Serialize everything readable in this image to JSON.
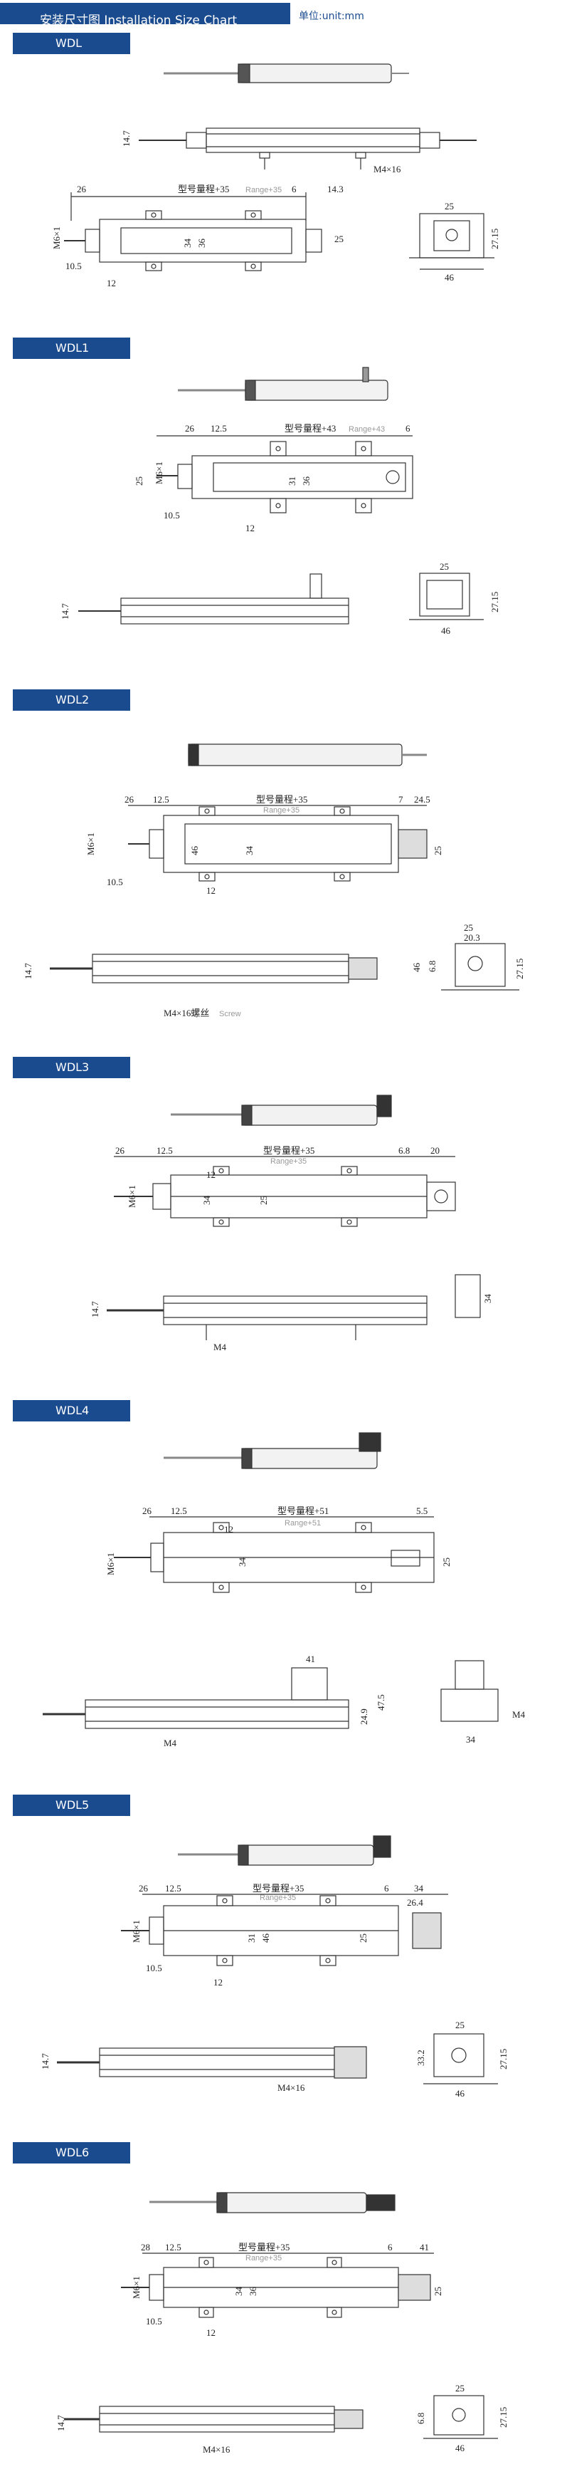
{
  "header": {
    "title": "安装尺寸图 Installation Size Chart",
    "unit": "单位:unit:mm"
  },
  "sections": [
    {
      "label": "WDL",
      "dims": {
        "a": "26",
        "b": "型号量程+35",
        "b2": "Range+35",
        "c": "6",
        "d": "14.3",
        "e": "34",
        "f": "36",
        "g": "25",
        "h": "12",
        "i": "10.5",
        "j": "M6×1",
        "k": "14.7",
        "l": "M4×16",
        "m": "46",
        "n": "27.15",
        "o": "25"
      }
    },
    {
      "label": "WDL1",
      "dims": {
        "a": "26",
        "a2": "12.5",
        "b": "型号量程+43",
        "b2": "Range+43",
        "c": "6",
        "e": "31",
        "f": "36",
        "g": "25",
        "h": "12",
        "i": "10.5",
        "j": "M6×1",
        "k": "14.7",
        "m": "46",
        "n": "27.15",
        "o": "25"
      }
    },
    {
      "label": "WDL2",
      "dims": {
        "a": "26",
        "a2": "12.5",
        "b": "型号量程+35",
        "b2": "Range+35",
        "c": "7",
        "d": "24.5",
        "e": "34",
        "f": "46",
        "g": "25",
        "h": "12",
        "i": "10.5",
        "j": "M6×1",
        "k": "14.7",
        "l": "M4×16螺丝",
        "l2": "Screw",
        "m": "46",
        "n": "27.15",
        "o": "6.8",
        "p": "20.3",
        "q": "25"
      }
    },
    {
      "label": "WDL3",
      "dims": {
        "a": "26",
        "a2": "12.5",
        "b": "型号量程+35",
        "b2": "Range+35",
        "c": "6.8",
        "d": "20",
        "e": "34",
        "f": "25",
        "i": "M6×1",
        "k": "14.7",
        "l": "M4",
        "h": "12",
        "r": "34"
      }
    },
    {
      "label": "WDL4",
      "dims": {
        "a": "26",
        "a2": "12.5",
        "b": "型号量程+51",
        "b2": "Range+51",
        "c": "5.5",
        "e": "34",
        "g": "25",
        "h": "12",
        "j": "M6×1",
        "s": "41",
        "t": "47.5",
        "u": "24.9",
        "l": "M4",
        "w": "34",
        "x": "M4"
      }
    },
    {
      "label": "WDL5",
      "dims": {
        "a": "26",
        "a2": "12.5",
        "b": "型号量程+35",
        "b2": "Range+35",
        "c": "6",
        "d": "34",
        "d2": "26.4",
        "e": "31",
        "f": "46",
        "g": "25",
        "h": "12",
        "i": "10.5",
        "j": "M6×1",
        "k": "14.7",
        "l": "M4×16",
        "m": "46",
        "n": "27.15",
        "y": "33.2",
        "o": "25"
      }
    },
    {
      "label": "WDL6",
      "dims": {
        "a": "28",
        "a2": "12.5",
        "b": "型号量程+35",
        "b2": "Range+35",
        "c": "6",
        "d": "41",
        "e": "34",
        "f": "36",
        "g": "25",
        "h": "12",
        "i": "10.5",
        "j": "M6×1",
        "k": "14.7",
        "l": "M4×16",
        "m": "46",
        "n": "27.15",
        "o": "6.8",
        "q": "25"
      }
    }
  ]
}
